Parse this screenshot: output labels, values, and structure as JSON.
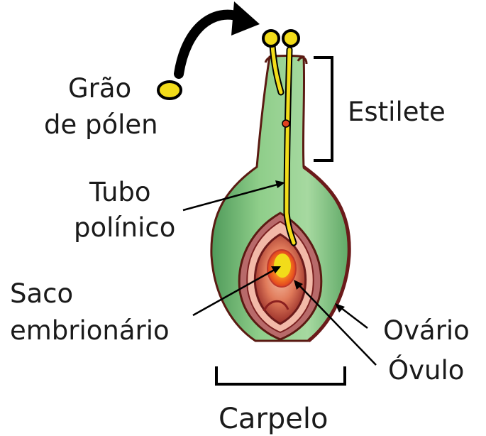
{
  "labels": {
    "grao_line1": "Grão",
    "grao_line2": "de pólen",
    "estilete": "Estilete",
    "tubo_line1": "Tubo",
    "tubo_line2": "polínico",
    "saco_line1": "Saco",
    "saco_line2": "embrionário",
    "ovario": "Ovário",
    "ovulo": "Óvulo",
    "carpelo": "Carpelo"
  },
  "colors": {
    "carpel_green": "#8fce8a",
    "carpel_dark_green": "#4f9a5a",
    "wall_maroon": "#6b1a1a",
    "ovule_red": "#c0392b",
    "ovule_pink": "#e8a08a",
    "pollen_yellow": "#f2dc1a",
    "sac_orange": "#f47a1f",
    "outline": "#000000"
  }
}
